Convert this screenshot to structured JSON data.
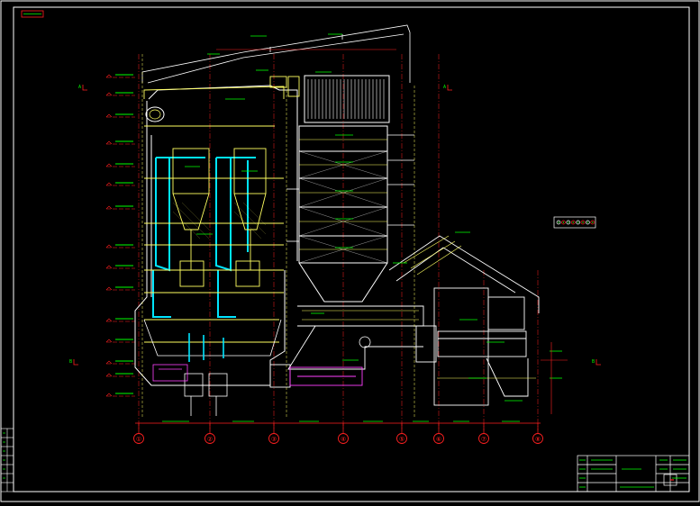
{
  "colors": {
    "background": "#000000",
    "frame": "#ffffff",
    "grid_axis": "#ff2020",
    "dimension": "#00ff00",
    "structure": "#ffff60",
    "water_wall": "#00e5ff",
    "duct": "#ff40ff",
    "outline": "#ffffff"
  },
  "grid_axes": [
    "①",
    "②",
    "③",
    "④",
    "⑤",
    "⑥",
    "⑦",
    "⑧"
  ],
  "toolbar_icons": [
    "circle-tool-icon",
    "circle-tool-icon",
    "circle-tool-icon",
    "circle-tool-icon",
    "circle-tool-icon",
    "circle-tool-icon",
    "circle-tool-icon",
    "circle-tool-icon"
  ],
  "section_marks": [
    "A",
    "A",
    "B",
    "B"
  ]
}
